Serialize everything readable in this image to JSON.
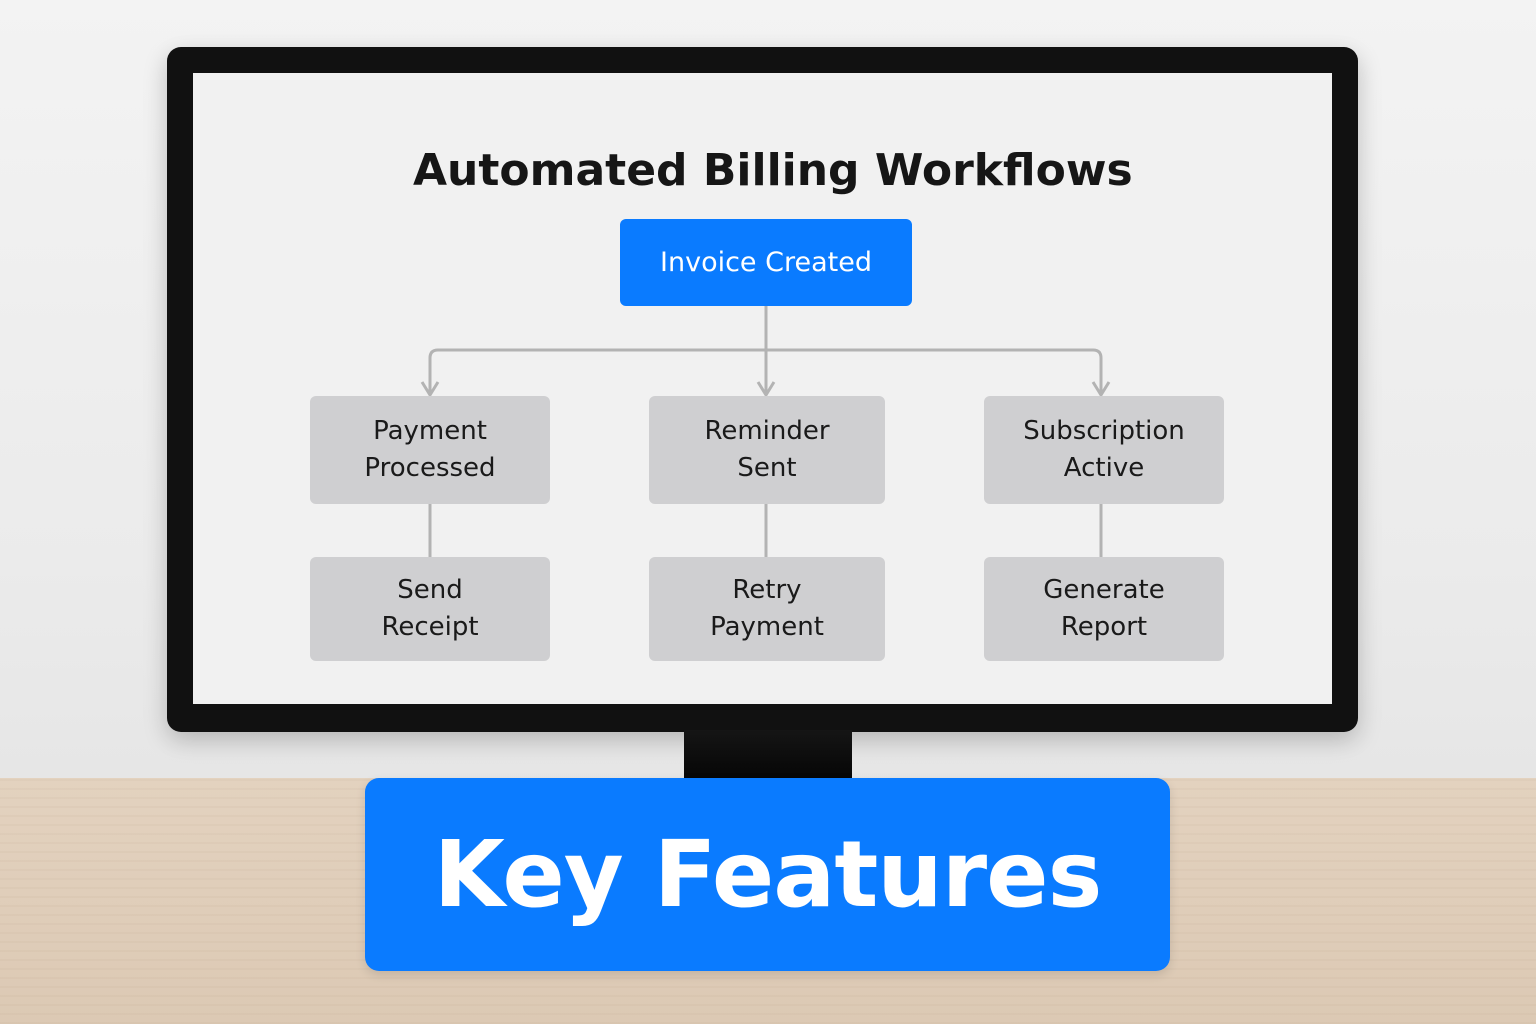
{
  "diagram": {
    "title": "Automated Billing Workflows",
    "root": {
      "label": "Invoice Created"
    },
    "branches": [
      {
        "label": "Payment\nProcessed",
        "child": "Send\nReceipt"
      },
      {
        "label": "Reminder\nSent",
        "child": "Retry\nPayment"
      },
      {
        "label": "Subscription\nActive",
        "child": "Generate\nReport"
      }
    ]
  },
  "banner": {
    "label": "Key Features"
  },
  "colors": {
    "accent": "#0a7bff",
    "node_grey": "#cfcfd1",
    "connector": "#b3b3b3",
    "monitor_frame": "#111111"
  }
}
